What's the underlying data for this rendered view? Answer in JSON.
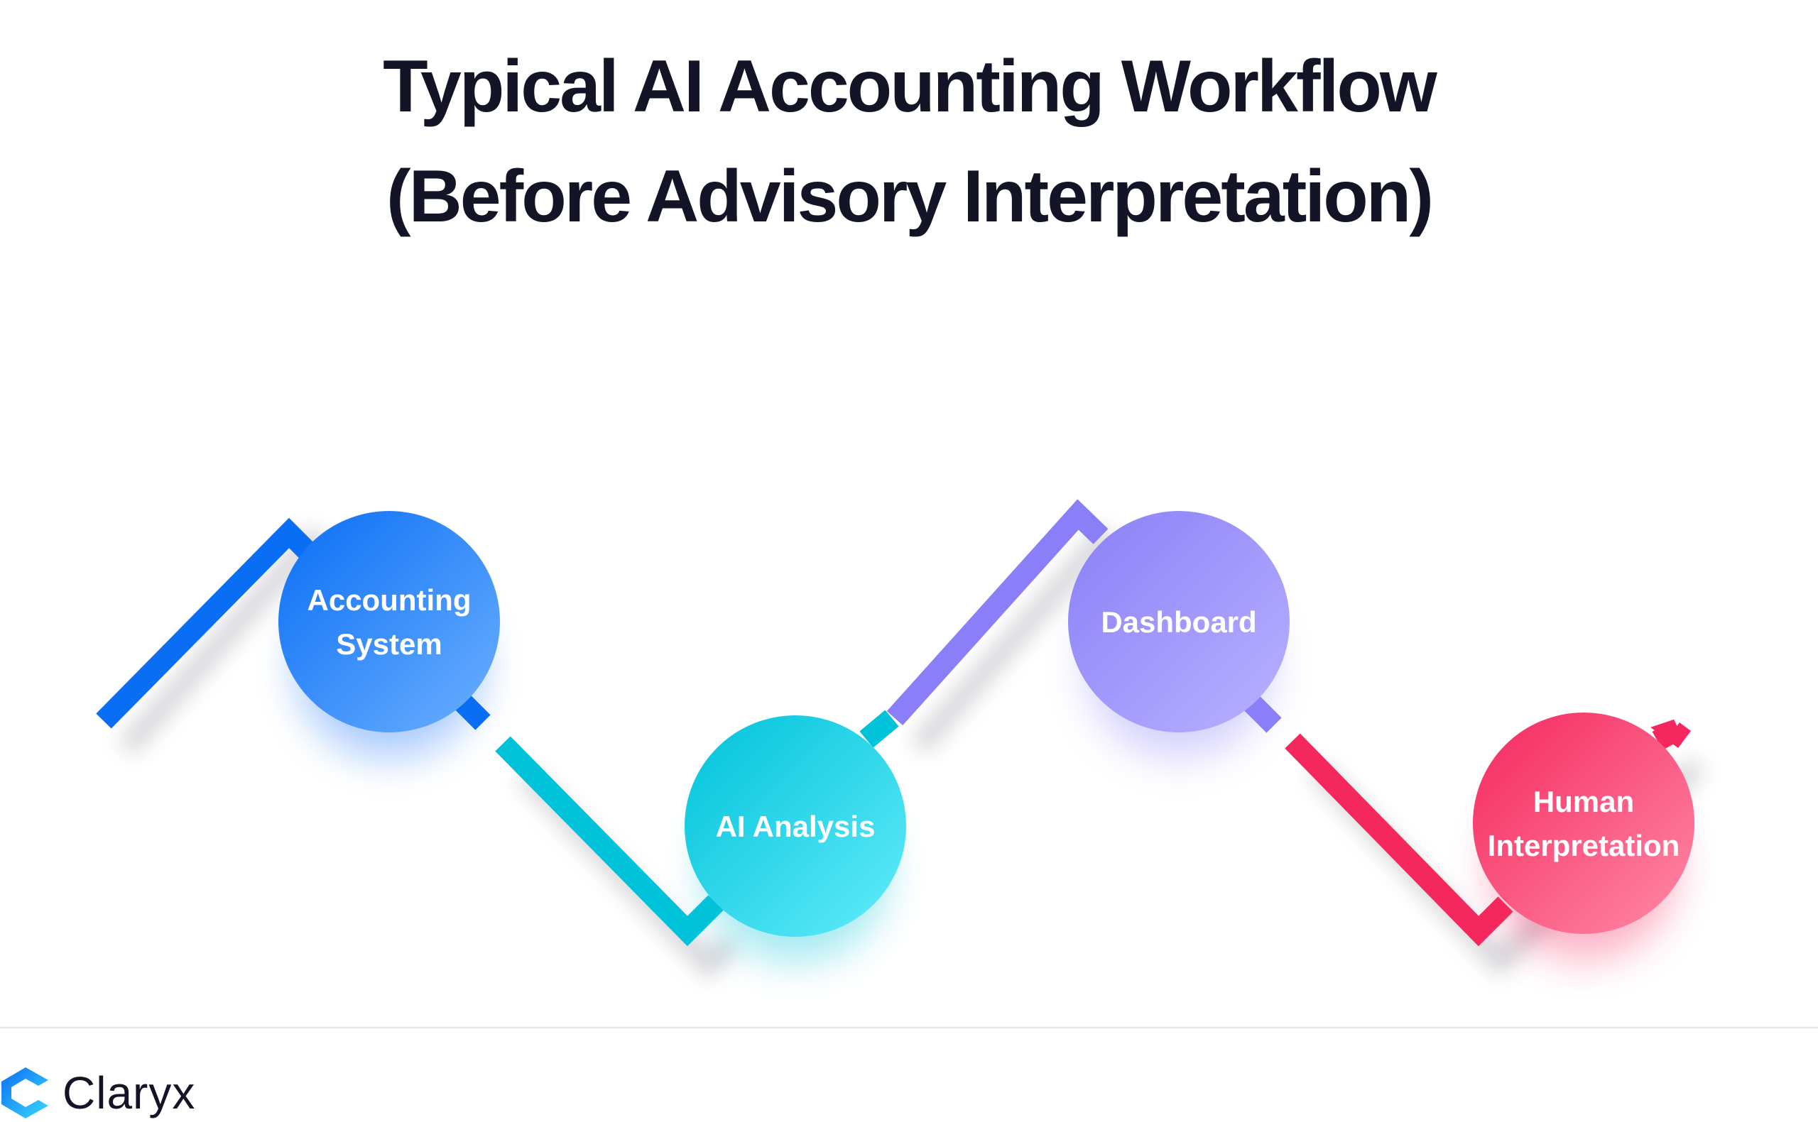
{
  "title": {
    "line1": "Typical AI Accounting Workflow",
    "line2": "(Before Advisory Interpretation)"
  },
  "workflow": {
    "steps": [
      {
        "lines": [
          "Accounting",
          "System"
        ],
        "color_start": "#0a6ef5",
        "color_end": "#6cb0ff",
        "line_color": "#0a6ef5"
      },
      {
        "lines": [
          "AI Analysis"
        ],
        "color_start": "#00c2d9",
        "color_end": "#62ecfb",
        "line_color": "#00c2d9"
      },
      {
        "lines": [
          "Dashboard"
        ],
        "color_start": "#8a7ff8",
        "color_end": "#b9b2ff",
        "line_color": "#8a7ff8"
      },
      {
        "lines": [
          "Human",
          "Interpretation"
        ],
        "color_start": "#f5285e",
        "color_end": "#ff8aa7",
        "line_color": "#f5285e"
      }
    ]
  },
  "brand": {
    "name": "Claryx",
    "icon": "claryx-logo-icon",
    "accent_start": "#0a6ef5",
    "accent_end": "#3ad9ff"
  }
}
